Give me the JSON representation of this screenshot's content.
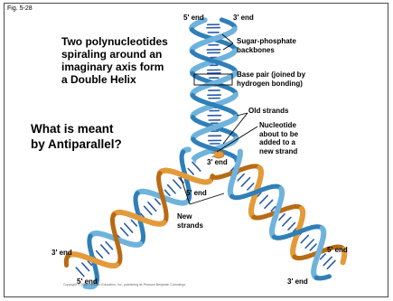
{
  "figure_label": "Fig. 5-28",
  "title": "Two polynucleotides\nspiraling around an\nimaginary axis form\na Double Helix",
  "question": "What is meant\nby Antiparallel?",
  "labels": {
    "top_5_end": "5' end",
    "top_3_end": "3' end",
    "sugar_phosphate": "Sugar-phosphate\nbackbones",
    "base_pair": "Base pair (joined by\nhydrogen bonding)",
    "old_strands": "Old strands",
    "nucleotide": "Nucleotide\nabout to be\nadded to a\nnew strand",
    "mid_3_end": "3' end",
    "mid_5_end": "5' end",
    "new_strands": "New\nstrands",
    "left_3_end": "3' end",
    "left_5_end": "5' end",
    "right_5_end": "5' end",
    "right_3_end": "3' end"
  },
  "copyright": "Copyright © 2008 Pearson Education, Inc., publishing as Pearson Benjamin Cummings.",
  "colors": {
    "old_strand": "#6fb3dc",
    "old_strand_dark": "#2f7fb8",
    "new_strand": "#e39a3a",
    "new_strand_dark": "#b86a14",
    "rung": "#ffffff",
    "rung_accent": "#2a5aa8",
    "frame": "#4a4a4a"
  }
}
